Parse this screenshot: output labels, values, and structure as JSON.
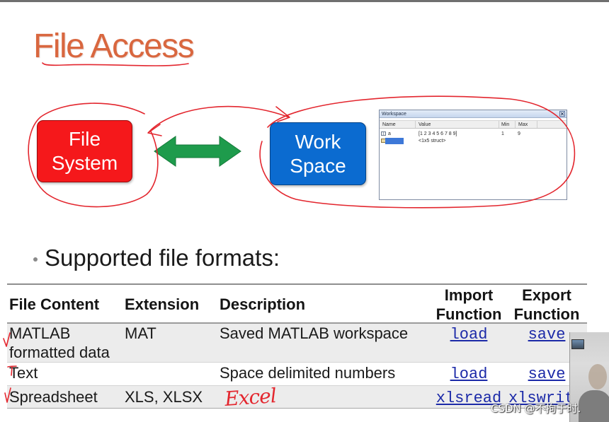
{
  "slide": {
    "title": "File Access",
    "title_color": "#d9673f",
    "bullet_text": "Supported file formats:"
  },
  "diagram": {
    "file_system_box": {
      "lines": [
        "File",
        "System"
      ],
      "color": "#f5181b"
    },
    "workspace_box": {
      "lines": [
        "Work",
        "Space"
      ],
      "color": "#0b6bd0"
    },
    "connector": {
      "type": "double-arrow",
      "color": "#1e9b4c"
    }
  },
  "workspace_window": {
    "title": "Workspace",
    "columns": [
      "Name",
      "Value",
      "Min",
      "Max"
    ],
    "rows": [
      {
        "icon": "matrix-icon",
        "name": "a",
        "value": "[1 2 3 4 5 6 7 8 9]",
        "min": "1",
        "max": "9",
        "selected": false
      },
      {
        "icon": "struct-icon",
        "value": "<1x5 struct>",
        "selected": true
      }
    ]
  },
  "formats_table": {
    "headers": {
      "content": "File Content",
      "extension": "Extension",
      "description": "Description",
      "import": [
        "Import",
        "Function"
      ],
      "export": [
        "Export",
        "Function"
      ]
    },
    "rows": [
      {
        "content": "MATLAB formatted data",
        "extension": "MAT",
        "description": "Saved MATLAB workspace",
        "import": "load",
        "export": "save"
      },
      {
        "content": "Text",
        "description": "Space delimited numbers",
        "import": "load",
        "export": "save"
      },
      {
        "content": "Spreadsheet",
        "extension": "XLS, XLSX",
        "import": "xlsread",
        "export": "xlswrit"
      }
    ],
    "link_color": "#1c2aa8",
    "stripe_color": "#ececec"
  },
  "annotations": {
    "ink_color": "#e3262e",
    "handwritten_note": "Excel"
  },
  "watermark": "CSDN @不拘于时."
}
